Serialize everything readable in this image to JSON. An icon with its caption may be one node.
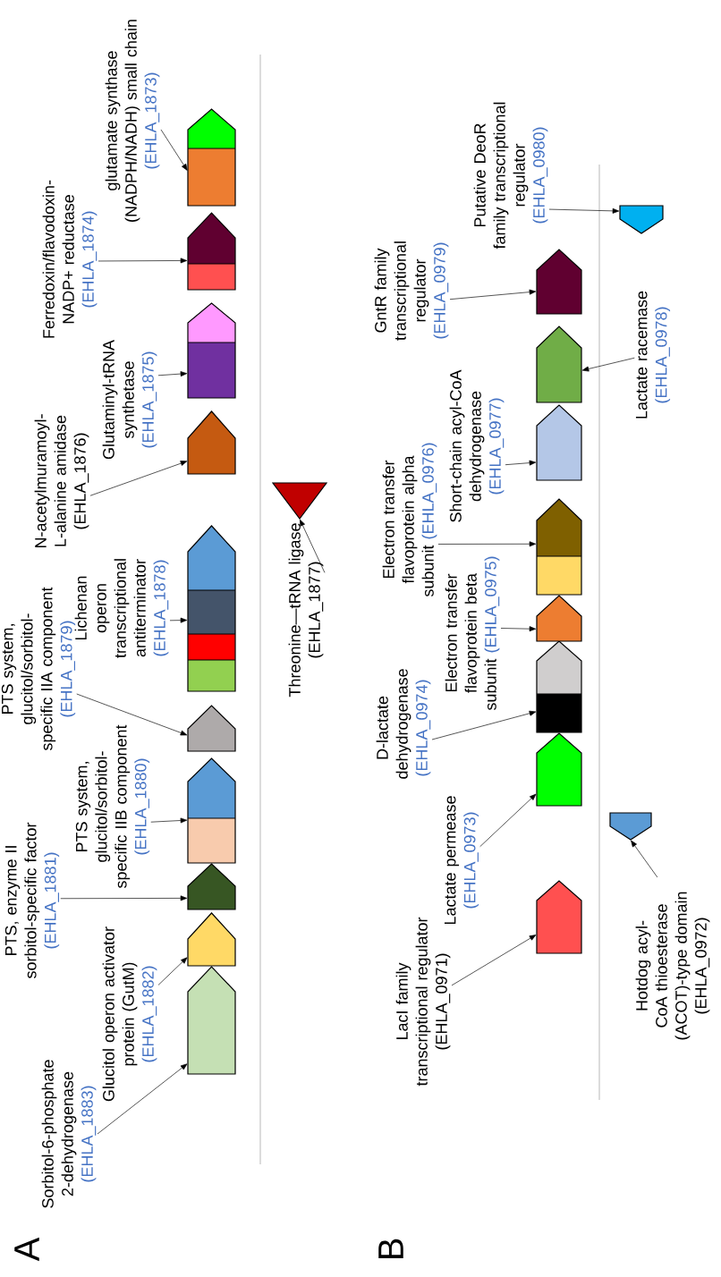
{
  "diagram": {
    "nodes": [
      {
        "text": [
          "Sorbitol-6-phosphate 2-dehydrogenase",
          "(EHLA_1883)"
        ]
      },
      {
        "text": [],
        "shape": "pentagon"
      },
      {
        "text": [
          "Glucitol operon activator protein (GutM)",
          "(EHLA_1882)"
        ]
      },
      {
        "text": [],
        "shape": "pentagon"
      },
      {
        "text": [
          "PTS, enzyme II sorbitol-specific factor",
          "(EHLA_1881)"
        ]
      },
      {
        "text": [],
        "shape": "pentagon"
      },
      {
        "text": [
          "PTS system, glucitol/sorbitol-specific IIB component",
          "(EHLA_1880)"
        ]
      },
      {
        "text": [],
        "shape": "pentagon"
      },
      {
        "text": [
          "PTS system, glucitol/sorbitol-specific IIA component",
          "(EHLA_1879)"
        ]
      },
      {
        "text": [],
        "shape": "pentagon"
      },
      {
        "text": [
          "Lichenan operon transcriptional antiterminator",
          "(EHLA_1878)"
        ]
      },
      {
        "text": [],
        "shape": "pentagon"
      },
      {
        "text": [
          "Threonine—tRNA ligase",
          "(EHLA_1877)"
        ]
      },
      {
        "text": [],
        "shape": "triangle"
      },
      {
        "text": [
          "N-acetylmuramoyl-L-alanine amidase",
          "(EHLA_1876)"
        ]
      },
      {
        "text": [],
        "shape": "pentagon"
      },
      {
        "text": [
          "Glutaminyl-tRNA synthetase",
          "(EHLA_1875)"
        ]
      },
      {
        "text": [],
        "shape": "pentagon"
      },
      {
        "text": [
          "Ferredoxin/flavodoxin-NADP+ reductase",
          "(EHLA_1874)"
        ]
      },
      {
        "text": [],
        "shape": "pentagon"
      },
      {
        "text": [
          "glutamate synthase (NADPH/NADH) small chain",
          "(EHLA_1873)"
        ]
      },
      {
        "text": [],
        "shape": "pentagon"
      },
      {
        "text": [
          "LacI family transcriptional regulator",
          "(EHLA_0971)"
        ]
      },
      {
        "text": [],
        "shape": "pentagon"
      },
      {
        "text": [
          "Hotdog acyl-CoA thioesterase (ACOT)-type domain",
          "(EHLA_0972)"
        ]
      },
      {
        "text": [],
        "shape": "pentagon"
      },
      {
        "text": [
          "Lactate permease",
          "(EHLA_0973)"
        ]
      },
      {
        "text": [],
        "shape": "pentagon"
      },
      {
        "text": [
          "D-lactate dehydrogenase",
          "(EHLA_0974)"
        ]
      },
      {
        "text": [],
        "shape": "pentagon"
      },
      {
        "text": [
          "Electron transfer flavoprotein beta subunit",
          "(EHLA_0975)"
        ]
      },
      {
        "text": [],
        "shape": "pentagon"
      },
      {
        "text": [
          "Electron transfer flavoprotein alpha subunit",
          "(EHLA_0976)"
        ]
      },
      {
        "text": [],
        "shape": "pentagon"
      },
      {
        "text": [
          "Short-chain acyl-CoA dehydrogenase",
          "(EHLA_0977)"
        ]
      },
      {
        "text": [],
        "shape": "pentagon"
      },
      {
        "text": [
          "Lactate racemase",
          "(EHLA_0978)"
        ]
      },
      {
        "text": [],
        "shape": "pentagon"
      },
      {
        "text": [
          "GntR family transcriptional regulator",
          "(EHLA_0979)"
        ]
      },
      {
        "text": [],
        "shape": "pentagon"
      },
      {
        "text": [
          "Putative DeoR family transcriptional regulator",
          "(EHLA_0980)"
        ]
      },
      {
        "text": [],
        "shape": "pentagon"
      }
    ],
    "edges": [
      {
        "from": 0,
        "to": 1,
        "arrow": "to"
      },
      {
        "from": 2,
        "to": 3,
        "arrow": "to"
      },
      {
        "from": 4,
        "to": 5,
        "arrow": "to"
      },
      {
        "from": 6,
        "to": 7,
        "arrow": "to"
      },
      {
        "from": 8,
        "to": 9,
        "arrow": "to"
      },
      {
        "from": 10,
        "to": 11,
        "arrow": "to"
      },
      {
        "from": 12,
        "to": 13,
        "arrow": "to"
      },
      {
        "from": 14,
        "to": 15,
        "arrow": "to"
      },
      {
        "from": 16,
        "to": 17,
        "arrow": "to"
      },
      {
        "from": 18,
        "to": 19,
        "arrow": "to"
      },
      {
        "from": 20,
        "to": 21,
        "arrow": "to"
      },
      {
        "from": 22,
        "to": 23,
        "arrow": "to"
      },
      {
        "from": 24,
        "to": 25,
        "arrow": "to"
      },
      {
        "from": 26,
        "to": 27,
        "arrow": "to"
      },
      {
        "from": 28,
        "to": 29,
        "arrow": "to"
      },
      {
        "from": 30,
        "to": 31,
        "arrow": "to"
      },
      {
        "from": 32,
        "to": 33,
        "arrow": "to"
      },
      {
        "from": 34,
        "to": 35,
        "arrow": "to"
      },
      {
        "from": 36,
        "to": 37,
        "arrow": "to"
      },
      {
        "from": 38,
        "to": 39,
        "arrow": "to"
      },
      {
        "from": 40,
        "to": 41,
        "arrow": "to"
      }
    ],
    "labels": [
      "A",
      "B"
    ]
  }
}
